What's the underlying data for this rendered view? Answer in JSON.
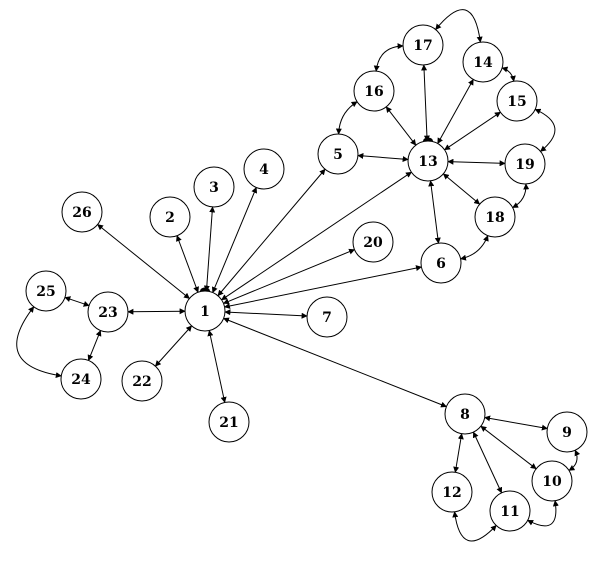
{
  "nodes": [
    {
      "id": "1",
      "label": "1"
    },
    {
      "id": "2",
      "label": "2"
    },
    {
      "id": "3",
      "label": "3"
    },
    {
      "id": "4",
      "label": "4"
    },
    {
      "id": "5",
      "label": "5"
    },
    {
      "id": "6",
      "label": "6"
    },
    {
      "id": "7",
      "label": "7"
    },
    {
      "id": "8",
      "label": "8"
    },
    {
      "id": "9",
      "label": "9"
    },
    {
      "id": "10",
      "label": "10"
    },
    {
      "id": "11",
      "label": "11"
    },
    {
      "id": "12",
      "label": "12"
    },
    {
      "id": "13",
      "label": "13"
    },
    {
      "id": "14",
      "label": "14"
    },
    {
      "id": "15",
      "label": "15"
    },
    {
      "id": "16",
      "label": "16"
    },
    {
      "id": "17",
      "label": "17"
    },
    {
      "id": "18",
      "label": "18"
    },
    {
      "id": "19",
      "label": "19"
    },
    {
      "id": "20",
      "label": "20"
    },
    {
      "id": "21",
      "label": "21"
    },
    {
      "id": "22",
      "label": "22"
    },
    {
      "id": "23",
      "label": "23"
    },
    {
      "id": "24",
      "label": "24"
    },
    {
      "id": "25",
      "label": "25"
    },
    {
      "id": "26",
      "label": "26"
    }
  ],
  "edges": [
    {
      "from": "1",
      "to": "2"
    },
    {
      "from": "1",
      "to": "3"
    },
    {
      "from": "1",
      "to": "4"
    },
    {
      "from": "1",
      "to": "5"
    },
    {
      "from": "1",
      "to": "6"
    },
    {
      "from": "1",
      "to": "7"
    },
    {
      "from": "1",
      "to": "8"
    },
    {
      "from": "1",
      "to": "13"
    },
    {
      "from": "1",
      "to": "20"
    },
    {
      "from": "1",
      "to": "21"
    },
    {
      "from": "1",
      "to": "22"
    },
    {
      "from": "1",
      "to": "23"
    },
    {
      "from": "1",
      "to": "26"
    },
    {
      "from": "13",
      "to": "5"
    },
    {
      "from": "13",
      "to": "6"
    },
    {
      "from": "13",
      "to": "14"
    },
    {
      "from": "13",
      "to": "15"
    },
    {
      "from": "13",
      "to": "16"
    },
    {
      "from": "13",
      "to": "17"
    },
    {
      "from": "13",
      "to": "18"
    },
    {
      "from": "13",
      "to": "19"
    },
    {
      "from": "16",
      "to": "17"
    },
    {
      "from": "14",
      "to": "15"
    },
    {
      "from": "17",
      "to": "14"
    },
    {
      "from": "15",
      "to": "19"
    },
    {
      "from": "19",
      "to": "18"
    },
    {
      "from": "18",
      "to": "6"
    },
    {
      "from": "16",
      "to": "5"
    },
    {
      "from": "8",
      "to": "9"
    },
    {
      "from": "8",
      "to": "10"
    },
    {
      "from": "8",
      "to": "11"
    },
    {
      "from": "8",
      "to": "12"
    },
    {
      "from": "9",
      "to": "10"
    },
    {
      "from": "10",
      "to": "11"
    },
    {
      "from": "11",
      "to": "12"
    },
    {
      "from": "23",
      "to": "24"
    },
    {
      "from": "23",
      "to": "25"
    },
    {
      "from": "25",
      "to": "24"
    }
  ]
}
